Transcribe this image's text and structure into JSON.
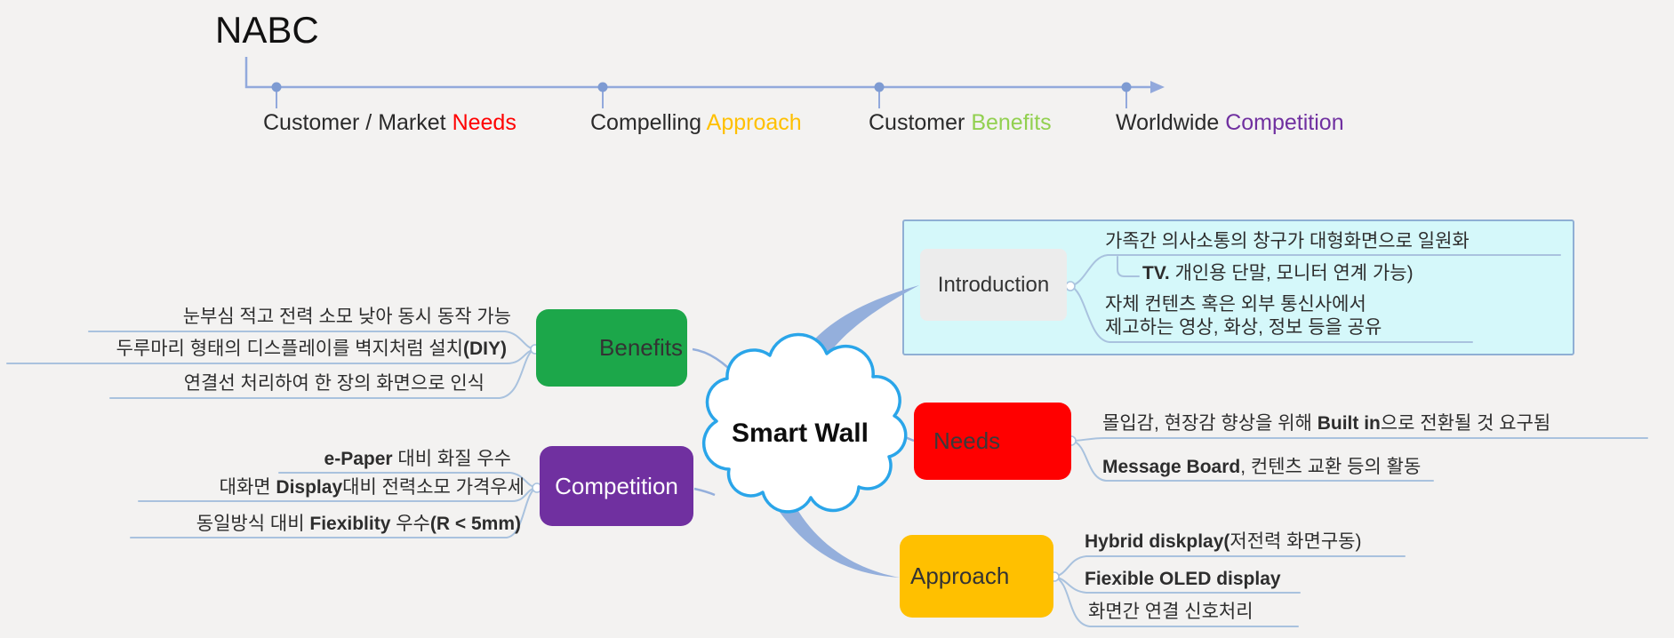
{
  "palette": {
    "ribbon": "#94AFDC",
    "timeline": "#92A9DC",
    "timeline-dot": "#7E9BD2",
    "thin-line": "#A9C2DE",
    "cloud-border": "#2AA5E9",
    "panel-fill": "#D5F8FA",
    "panel-stroke": "#8FAFD4"
  },
  "header": {
    "title": "NABC"
  },
  "timeline": {
    "items": [
      {
        "prefix": "Customer / Market ",
        "highlight": "Needs",
        "color": "#FF0000"
      },
      {
        "prefix": "Compelling ",
        "highlight": "Approach",
        "color": "#FFC000"
      },
      {
        "prefix": "Customer ",
        "highlight": "Benefits",
        "color": "#92D050"
      },
      {
        "prefix": "Worldwide ",
        "highlight": "Competition",
        "color": "#7030A0"
      }
    ]
  },
  "mindmap": {
    "root": {
      "label": "Smart Wall"
    },
    "branches": [
      {
        "label": "Introduction",
        "color": "#ECECEC",
        "text_color": "#333333",
        "children": [
          {
            "segments": [
              {
                "t": "가족간 의사소통의 창구가 대형화면으로 일원화"
              }
            ],
            "sub": {
              "segments": [
                {
                  "t": "TV.",
                  "b": true
                },
                {
                  "t": " 개인용 단말, 모니터 연계 가능)"
                }
              ]
            }
          },
          {
            "segments": [
              {
                "t": "자체 컨텐츠 혹은 외부 통신사에서"
              },
              {
                "br": true
              },
              {
                "t": "제고하는 영상, 화상, 정보 등을 공유"
              }
            ]
          }
        ]
      },
      {
        "label": "Needs",
        "color": "#FF0000",
        "text_color": "#3A3A3A",
        "children": [
          {
            "segments": [
              {
                "t": "몰입감, 현장감 향상을 위해 "
              },
              {
                "t": "Built in",
                "b": true
              },
              {
                "t": "으로 전환될 것 요구됨"
              }
            ]
          },
          {
            "segments": [
              {
                "t": "Message Board",
                "b": true
              },
              {
                "t": ", 컨텐츠 교환 등의 활동"
              }
            ]
          }
        ]
      },
      {
        "label": "Approach",
        "color": "#FFC000",
        "text_color": "#333333",
        "children": [
          {
            "segments": [
              {
                "t": "Hybrid diskplay(",
                "b": true
              },
              {
                "t": "저전력 화면구동)"
              }
            ]
          },
          {
            "segments": [
              {
                "t": "Fiexible OLED display",
                "b": true
              }
            ]
          },
          {
            "segments": [
              {
                "t": "화면간 연결 신호처리"
              }
            ]
          }
        ]
      },
      {
        "label": "Benefits",
        "color": "#1CA74A",
        "text_color": "#333333",
        "children": [
          {
            "segments": [
              {
                "t": "눈부심 적고 전력 소모 낮아 동시 동작 가능"
              }
            ]
          },
          {
            "segments": [
              {
                "t": "두루마리 형태의 디스플레이를 벽지처럼 설치"
              },
              {
                "t": "(DIY)",
                "b": true
              }
            ]
          },
          {
            "segments": [
              {
                "t": "연결선 처리하여 한 장의 화면으로 인식"
              }
            ]
          }
        ]
      },
      {
        "label": "Competition",
        "color": "#7030A0",
        "text_color": "#FFFFFF",
        "children": [
          {
            "segments": [
              {
                "t": "e-Paper",
                "b": true
              },
              {
                "t": " 대비 화질 우수"
              }
            ]
          },
          {
            "segments": [
              {
                "t": "대화면 "
              },
              {
                "t": "Display",
                "b": true
              },
              {
                "t": "대비 전력소모 가격우세"
              }
            ]
          },
          {
            "segments": [
              {
                "t": "동일방식 대비 "
              },
              {
                "t": "Fiexiblity",
                "b": true
              },
              {
                "t": " 우수"
              },
              {
                "t": "(R < 5mm)",
                "b": true
              }
            ]
          }
        ]
      }
    ]
  }
}
